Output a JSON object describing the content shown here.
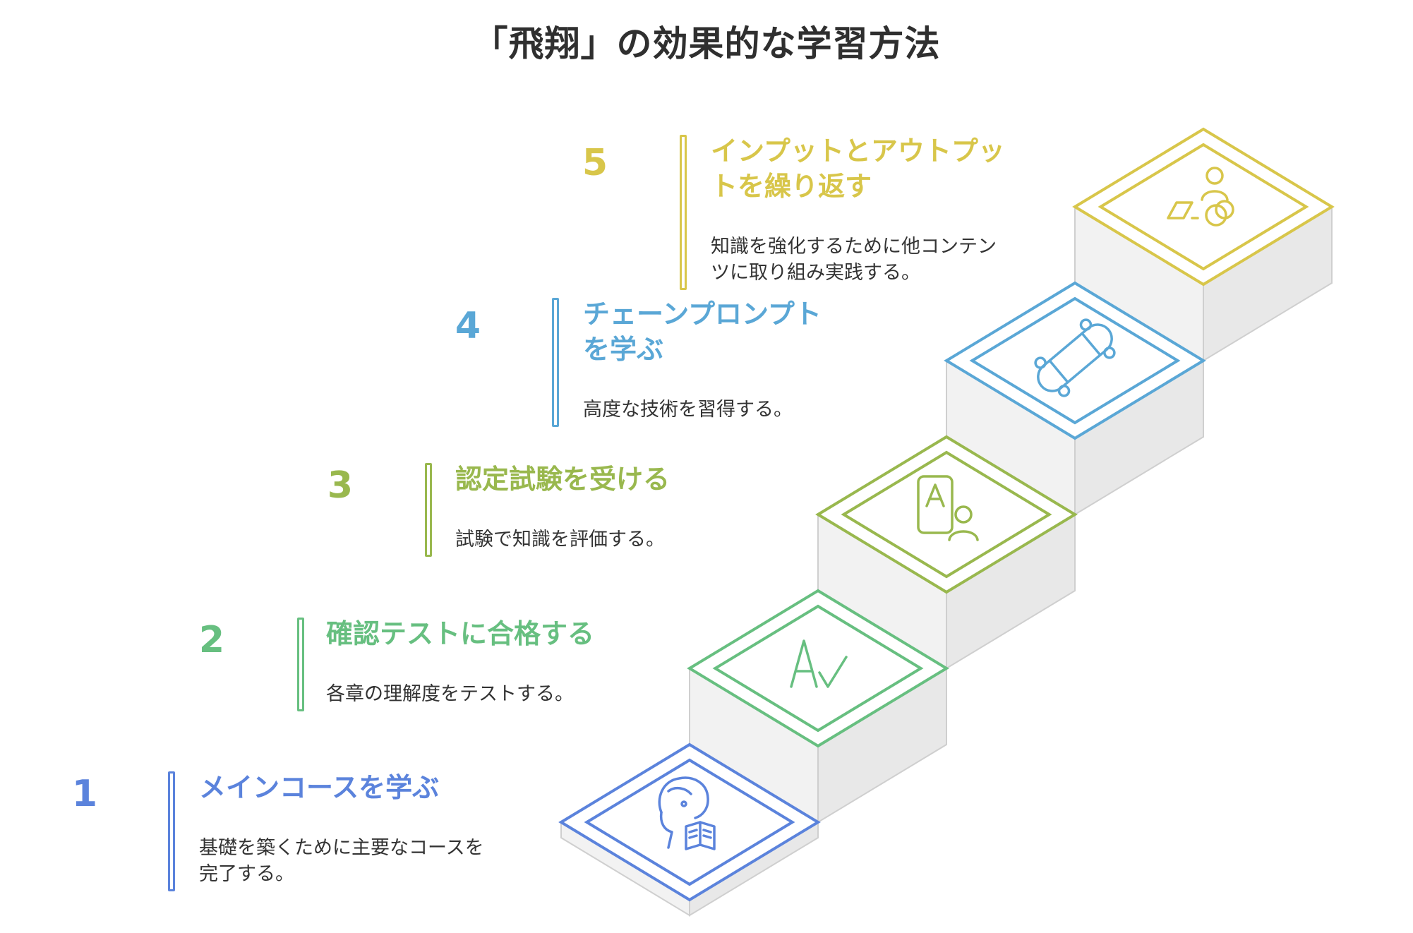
{
  "title": "「飛翔」の効果的な学習方法",
  "colors": {
    "step1": "#5b83dc",
    "step2": "#67bf80",
    "step3": "#99b84e",
    "step4": "#5aa7d6",
    "step5": "#d8c64a",
    "stair_side": "#f2f2f2",
    "stair_edge": "#cfcfcf"
  },
  "steps": [
    {
      "number": "1",
      "heading_lines": [
        "メインコースを学ぶ"
      ],
      "desc_lines": [
        "基礎を築くために主要なコースを",
        "完了する。"
      ],
      "icon": "reading-person-icon"
    },
    {
      "number": "2",
      "heading_lines": [
        "確認テストに合格する"
      ],
      "desc_lines": [
        "各章の理解度をテストする。"
      ],
      "icon": "grade-check-icon"
    },
    {
      "number": "3",
      "heading_lines": [
        "認定試験を受ける"
      ],
      "desc_lines": [
        "試験で知識を評価する。"
      ],
      "icon": "exam-candidate-icon"
    },
    {
      "number": "4",
      "heading_lines": [
        "チェーンプロンプト",
        "を学ぶ"
      ],
      "desc_lines": [
        "高度な技術を習得する。"
      ],
      "icon": "skateboard-icon"
    },
    {
      "number": "5",
      "heading_lines": [
        "インプットとアウトプッ",
        "トを繰り返す"
      ],
      "desc_lines": [
        "知識を強化するために他コンテン",
        "ツに取り組み実践する。"
      ],
      "icon": "practice-person-icon"
    }
  ]
}
